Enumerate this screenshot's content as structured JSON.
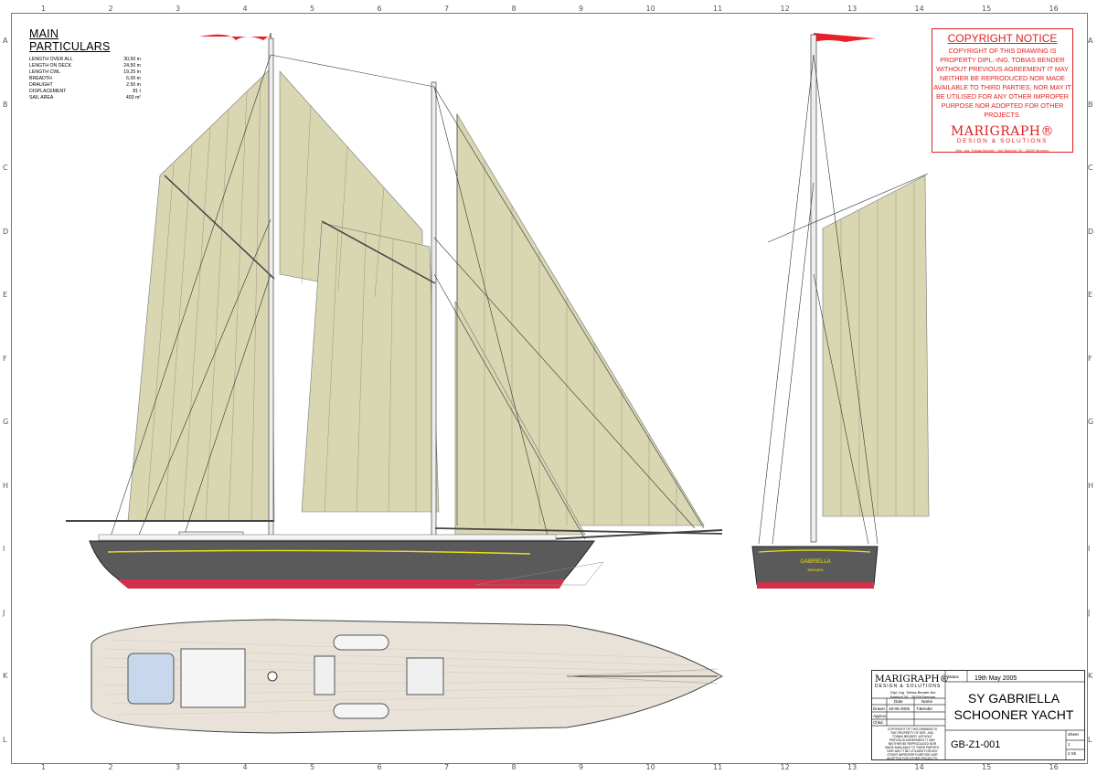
{
  "main_particulars": {
    "title": "MAIN PARTICULARS",
    "rows": [
      {
        "label": "LENGTH OVER ALL",
        "value": "30,50 m"
      },
      {
        "label": "LENGTH ON DECK",
        "value": "24,50 m"
      },
      {
        "label": "LENGTH CWL",
        "value": "19,25 m"
      },
      {
        "label": "BREADTH",
        "value": "6,00 m"
      },
      {
        "label": "DRAUGHT",
        "value": "2,50 m"
      },
      {
        "label": "DISPLACEMENT",
        "value": "81 t"
      },
      {
        "label": "SAIL AREA",
        "value": "403 m²"
      }
    ]
  },
  "copyright": {
    "title": "COPYRIGHT NOTICE",
    "body": "COPYRIGHT OF THIS DRAWING IS PROPERTY DIPL.-ING. TOBIAS BENDER WITHOUT PREVIOUS AGREEMENT IT MAY NEITHER BE REPRODUCED NOR MADE AVAILABLE TO THIRD PARTIES, NOR MAY IT BE UTILISED FOR ANY OTHER IMPROPER PURPOSE NOR ADOPTED FOR OTHER PROJECTS.",
    "logo": "MARIGRAPH®",
    "logo_sub": "DESIGN & SOLUTIONS",
    "address": "Dipl.-Ing. Tobias Bender · Am Barkhof 26 · 28209 Bremen"
  },
  "title_block": {
    "logo": "MARIGRAPH®",
    "logo_sub": "DESIGN & SOLUTIONS",
    "address": "Dipl.-Ing. Tobias Bender Am Barkhof 26 · 28209 Bremen",
    "status_label": "Status",
    "status": "19th May 2005",
    "date_label": "Date",
    "name_label": "Name",
    "drawn_label": "Drawn",
    "drawn_date": "19-05-2005",
    "drawn_name": "T.Bender",
    "approved_label": "Approv.",
    "checked_label": "Chkd.",
    "copyright_small": "COPYRIGHT OF THIS DRAWING IS THE PROPERTY OF DIPL.-ING. TOBIAS BENDER. WITHOUT PREVIOUS AGREEMENT IT MAY NEITHER BE REPRODUCED NOR MADE AVAILABLE TO THIRD PARTIES, NOR MAY IT BE UTILISED FOR ANY OTHER IMPROPER PURPOSE NOR ADOPTED FOR OTHER PROJECTS.",
    "title_line1": "SY GABRIELLA",
    "title_line2": "SCHOONER YACHT",
    "drawing_number": "GB-Z1-001",
    "sheet_label": "Sheet",
    "sheet_number": "1",
    "sheets_of": "2 Sh"
  },
  "stern_name": "GABRIELLA",
  "stern_port": "BREMEN",
  "grid": {
    "columns": [
      "1",
      "2",
      "3",
      "4",
      "5",
      "6",
      "7",
      "8",
      "9",
      "10",
      "11",
      "12",
      "13",
      "14",
      "15",
      "16"
    ],
    "rows": [
      "A",
      "B",
      "C",
      "D",
      "E",
      "F",
      "G",
      "H",
      "I",
      "J",
      "K",
      "L"
    ]
  },
  "colors": {
    "sail": "#d9d6b2",
    "hull": "#5a5a5a",
    "boot_top": "#d1304a",
    "sheer_stripe": "#f0e010",
    "flag": "#e8202a",
    "deck": "#e8e2d8",
    "copyright": "#e02020"
  }
}
